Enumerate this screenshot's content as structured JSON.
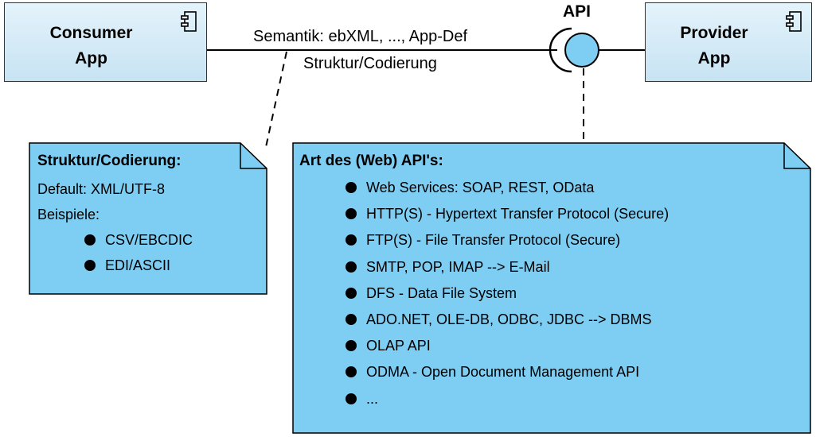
{
  "consumer": {
    "line1": "Consumer",
    "line2": "App"
  },
  "provider": {
    "line1": "Provider",
    "line2": "App"
  },
  "api_label": "API",
  "connector": {
    "semantic": "Semantik: ebXML, ..., App-Def",
    "structure": "Struktur/Codierung"
  },
  "note_left": {
    "title": "Struktur/Codierung:",
    "default": "Default: XML/UTF-8",
    "examples_label": "Beispiele:",
    "items": [
      "CSV/EBCDIC",
      "EDI/ASCII"
    ]
  },
  "note_right": {
    "title": "Art des (Web) API's:",
    "items": [
      "Web Services: SOAP, REST, OData",
      "HTTP(S) - Hypertext Transfer Protocol (Secure)",
      "FTP(S) - File Transfer Protocol (Secure)",
      "SMTP, POP, IMAP --> E-Mail",
      "DFS - Data File System",
      "ADO.NET, OLE-DB, ODBC, JDBC --> DBMS",
      "OLAP API",
      "ODMA - Open Document Management API",
      "..."
    ]
  },
  "colors": {
    "note_fill": "#7ecdf2",
    "component_fill": "#d5ebf7",
    "interface_fill": "#7ecdf2"
  },
  "icons": {
    "component": "uml-component-icon"
  }
}
